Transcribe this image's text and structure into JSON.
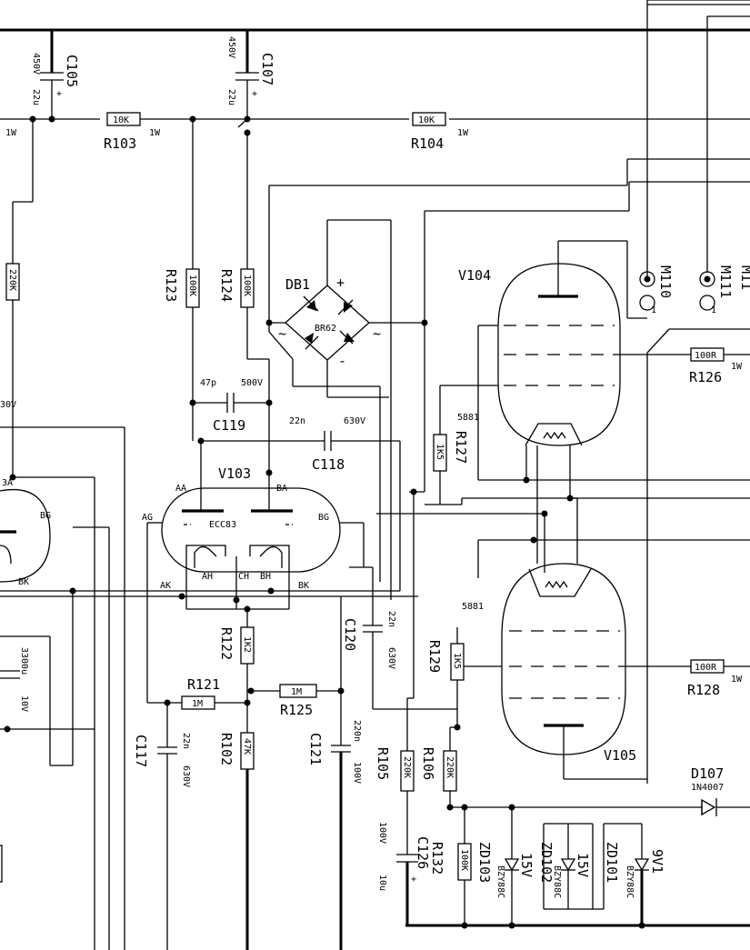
{
  "rails": {
    "top_label": ""
  },
  "components": {
    "c105": {
      "ref": "C105",
      "value": "22u",
      "voltage": "450V"
    },
    "c107": {
      "ref": "C107",
      "value": "22u",
      "voltage": "450V"
    },
    "r103": {
      "ref": "R103",
      "value": "10K",
      "power": "1W"
    },
    "r104": {
      "ref": "R104",
      "value": "10K",
      "power": "1W"
    },
    "left_power": "1W",
    "r_left": {
      "value": "220K"
    },
    "r123": {
      "ref": "R123",
      "value": "100K"
    },
    "r124": {
      "ref": "R124",
      "value": "100K"
    },
    "db1": {
      "ref": "DB1",
      "part": "BR62",
      "plus": "+",
      "minus": "-",
      "ac1": "~",
      "ac2": "~"
    },
    "c119": {
      "ref": "C119",
      "value": "47p",
      "voltage": "500V"
    },
    "c118": {
      "ref": "C118",
      "value": "22n",
      "voltage": "630V"
    },
    "v103": {
      "ref": "V103",
      "part": "ECC83",
      "pins": {
        "aa": "AA",
        "ba": "BA",
        "ag": "AG",
        "bg": "BG",
        "ak": "AK",
        "bk": "BK",
        "ah": "AH",
        "ch": "CH",
        "bh": "BH"
      }
    },
    "left_tube": {
      "pins": {
        "a": "3A",
        "g": "BG",
        "k": "BK"
      },
      "partial": "30V"
    },
    "c_left": {
      "value": "3300u",
      "voltage": "10V"
    },
    "r122": {
      "ref": "R122",
      "value": "1K2"
    },
    "r121": {
      "ref": "R121",
      "value": "1M"
    },
    "r125": {
      "ref": "R125",
      "value": "1M"
    },
    "r102": {
      "ref": "R102",
      "value": "47K"
    },
    "c117": {
      "ref": "C117",
      "value": "22n",
      "voltage": "630V"
    },
    "c121": {
      "ref": "C121",
      "value": "220n",
      "voltage": "100V"
    },
    "c120": {
      "ref": "C120",
      "value": "22n",
      "voltage": "630V"
    },
    "v104": {
      "ref": "V104",
      "part": "5881"
    },
    "v105": {
      "ref": "V105",
      "part": "5881"
    },
    "r127": {
      "ref": "R127",
      "value": "1K5"
    },
    "r129": {
      "ref": "R129",
      "value": "1K5"
    },
    "r126": {
      "ref": "R126",
      "value": "100R",
      "power": "1W"
    },
    "r128": {
      "ref": "R128",
      "value": "100R",
      "power": "1W"
    },
    "m110": {
      "ref": "M110",
      "pin": "1"
    },
    "m111": {
      "ref": "M111",
      "pin": "1"
    },
    "r105": {
      "ref": "R105",
      "value": "220K"
    },
    "r106": {
      "ref": "R106",
      "value": "220K"
    },
    "c126": {
      "ref": "C126",
      "value": "10u",
      "voltage": "100V"
    },
    "r132": {
      "ref": "R132",
      "value": "100K"
    },
    "zd103": {
      "ref": "ZD103",
      "part": "BZY88C",
      "value": "15V"
    },
    "zd102": {
      "ref": "ZD102",
      "part": "BZY88C",
      "value": "15V"
    },
    "zd101": {
      "ref": "ZD101",
      "part": "BZY88C",
      "value": "9V1"
    },
    "d107": {
      "ref": "D107",
      "part": "1N4007"
    },
    "edge_m": "M11"
  },
  "colors": {
    "ink": "#000000",
    "paper": "#ffffff"
  }
}
